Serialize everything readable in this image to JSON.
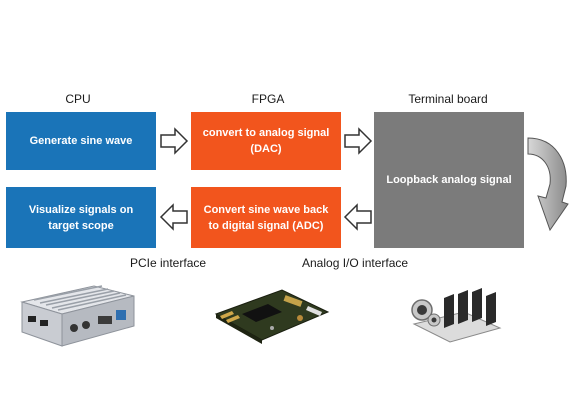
{
  "columns": {
    "cpu": "CPU",
    "fpga": "FPGA",
    "terminal": "Terminal board"
  },
  "boxes": {
    "generate": "Generate sine wave",
    "dac": "convert to analog signal\n(DAC)",
    "loopback": "Loopback analog signal",
    "adc": "Convert sine wave back\nto digital signal (ADC)",
    "visualize": "Visualize signals on\ntarget scope"
  },
  "interfaces": {
    "pcie": "PCIe interface",
    "analog_io": "Analog I/O interface"
  },
  "colors": {
    "cpu_box": "#1a74b8",
    "fpga_box": "#f2551d",
    "terminal_box": "#7b7b7b"
  },
  "images": [
    "target-computer-device",
    "fpga-io-board",
    "terminal-board-connectors"
  ]
}
